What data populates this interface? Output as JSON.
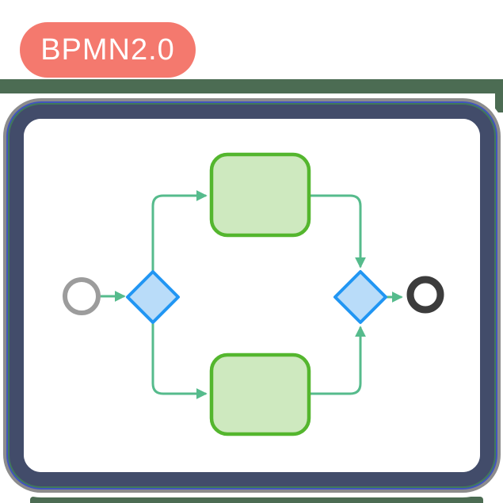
{
  "badge": {
    "label": "BPMN2.0",
    "bg_color": "#F4796E",
    "text_color": "#FFFFFF"
  },
  "background": {
    "band_color": "#4C6C53"
  },
  "frame": {
    "bezel_color": "#424C6A",
    "ring_outer_gray": "#8C8C8C",
    "ring_blue": "#4254BE",
    "ring_green": "#41795B",
    "screen_bg": "#FFFFFF"
  },
  "diagram": {
    "type": "bpmn-process",
    "connector_color": "#56BB8C",
    "nodes": [
      {
        "id": "start-event",
        "kind": "start-event",
        "shape": "circle",
        "stroke": "#9C9C9C",
        "fill": "#FFFFFF"
      },
      {
        "id": "split-gateway",
        "kind": "exclusive-gateway",
        "shape": "diamond",
        "stroke": "#2196F3",
        "fill": "#B9DCF9"
      },
      {
        "id": "task-top",
        "kind": "task",
        "shape": "rounded-rect",
        "stroke": "#54B62E",
        "fill": "#CEE9BF"
      },
      {
        "id": "task-bottom",
        "kind": "task",
        "shape": "rounded-rect",
        "stroke": "#54B62E",
        "fill": "#CEE9BF"
      },
      {
        "id": "join-gateway",
        "kind": "exclusive-gateway",
        "shape": "diamond",
        "stroke": "#2196F3",
        "fill": "#B9DCF9"
      },
      {
        "id": "end-event",
        "kind": "end-event",
        "shape": "circle",
        "stroke": "#3C3C3C",
        "fill": "#FFFFFF"
      }
    ],
    "flows": [
      {
        "from": "start-event",
        "to": "split-gateway"
      },
      {
        "from": "split-gateway",
        "to": "task-top"
      },
      {
        "from": "task-top",
        "to": "join-gateway"
      },
      {
        "from": "split-gateway",
        "to": "task-bottom"
      },
      {
        "from": "task-bottom",
        "to": "join-gateway"
      },
      {
        "from": "join-gateway",
        "to": "end-event"
      }
    ]
  }
}
